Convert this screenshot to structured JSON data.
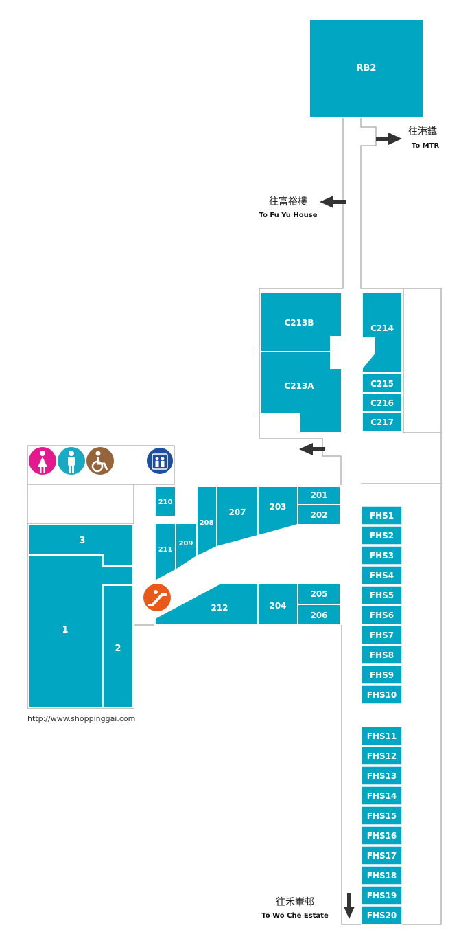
{
  "colors": {
    "unit_fill": "#00a6c2",
    "unit_stroke": "#ffffff",
    "corridor": "#b5b5b5",
    "arrow": "#333333",
    "female_icon": "#e4198f",
    "male_icon": "#19a9c2",
    "accessible_icon": "#96643a",
    "lift_icon": "#1d4f9e",
    "escalator_icon": "#e8591a"
  },
  "units": {
    "rb2": "RB2",
    "c213b": "C213B",
    "c213a": "C213A",
    "c214": "C214",
    "c215": "C215",
    "c216": "C216",
    "c217": "C217",
    "u201": "201",
    "u202": "202",
    "u203": "203",
    "u204": "204",
    "u205": "205",
    "u206": "206",
    "u207": "207",
    "u208": "208",
    "u209": "209",
    "u210": "210",
    "u211": "211",
    "u212": "212",
    "u1": "1",
    "u2": "2",
    "u3": "3",
    "fhs": [
      "FHS1",
      "FHS2",
      "FHS3",
      "FHS4",
      "FHS5",
      "FHS6",
      "FHS7",
      "FHS8",
      "FHS9",
      "FHS10",
      "FHS11",
      "FHS12",
      "FHS13",
      "FHS14",
      "FHS15",
      "FHS16",
      "FHS17",
      "FHS18",
      "FHS19",
      "FHS20"
    ]
  },
  "directions": {
    "mtr_cn": "往港鐵",
    "mtr_en": "To MTR",
    "fuyu_cn": "往富裕樓",
    "fuyu_en": "To Fu Yu House",
    "woche_cn": "往禾輋邨",
    "woche_en": "To Wo Che Estate"
  },
  "icons": {
    "female_toilet": "female-toilet-icon",
    "male_toilet": "male-toilet-icon",
    "accessible_toilet": "accessible-toilet-icon",
    "lift": "lift-icon",
    "escalator": "escalator-icon"
  },
  "footer": {
    "url": "http://www.shoppinggai.com"
  }
}
